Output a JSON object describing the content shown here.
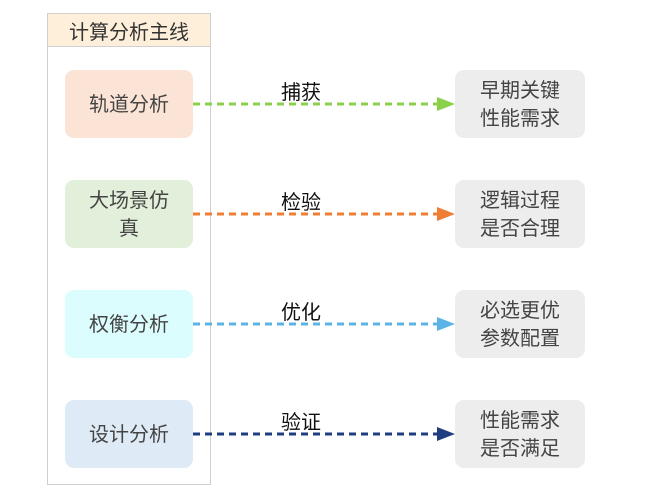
{
  "title": "计算分析主线",
  "rows": [
    {
      "left": "轨道分析",
      "left_bg": "#fbe4d6",
      "edge": "捕获",
      "color": "#8bcf4a",
      "right": "早期关键\n性能需求"
    },
    {
      "left": "大场景仿\n真",
      "left_bg": "#e2efda",
      "edge": "检验",
      "color": "#ef7d32",
      "right": "逻辑过程\n是否合理"
    },
    {
      "left": "权衡分析",
      "left_bg": "#dcfdfd",
      "edge": "优化",
      "color": "#5bb4e5",
      "right": "必选更优\n参数配置"
    },
    {
      "left": "设计分析",
      "left_bg": "#deeaf6",
      "edge": "验证",
      "color": "#1f3d80",
      "right": "性能需求\n是否满足"
    }
  ]
}
